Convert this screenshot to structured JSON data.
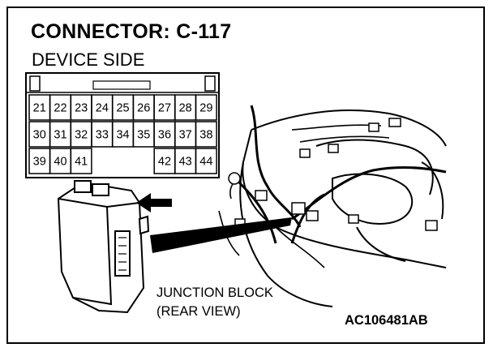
{
  "diagram": {
    "title": "CONNECTOR: C-117",
    "subtitle": "DEVICE SIDE",
    "component_label_line1": "JUNCTION BLOCK",
    "component_label_line2": "(REAR VIEW)",
    "figure_code": "AC106481AB"
  },
  "connector": {
    "pin_rows": [
      [
        "21",
        "22",
        "23",
        "24",
        "25",
        "26",
        "27",
        "28",
        "29"
      ],
      [
        "30",
        "31",
        "32",
        "33",
        "34",
        "35",
        "36",
        "37",
        "38"
      ],
      [
        "39",
        "40",
        "41",
        "",
        "",
        "",
        "42",
        "43",
        "44"
      ]
    ]
  },
  "icons": {
    "junction_block": "junction-block-illustration",
    "pointer_arrow": "arrow-left-icon",
    "dashboard": "dashboard-wiring-illustration"
  }
}
